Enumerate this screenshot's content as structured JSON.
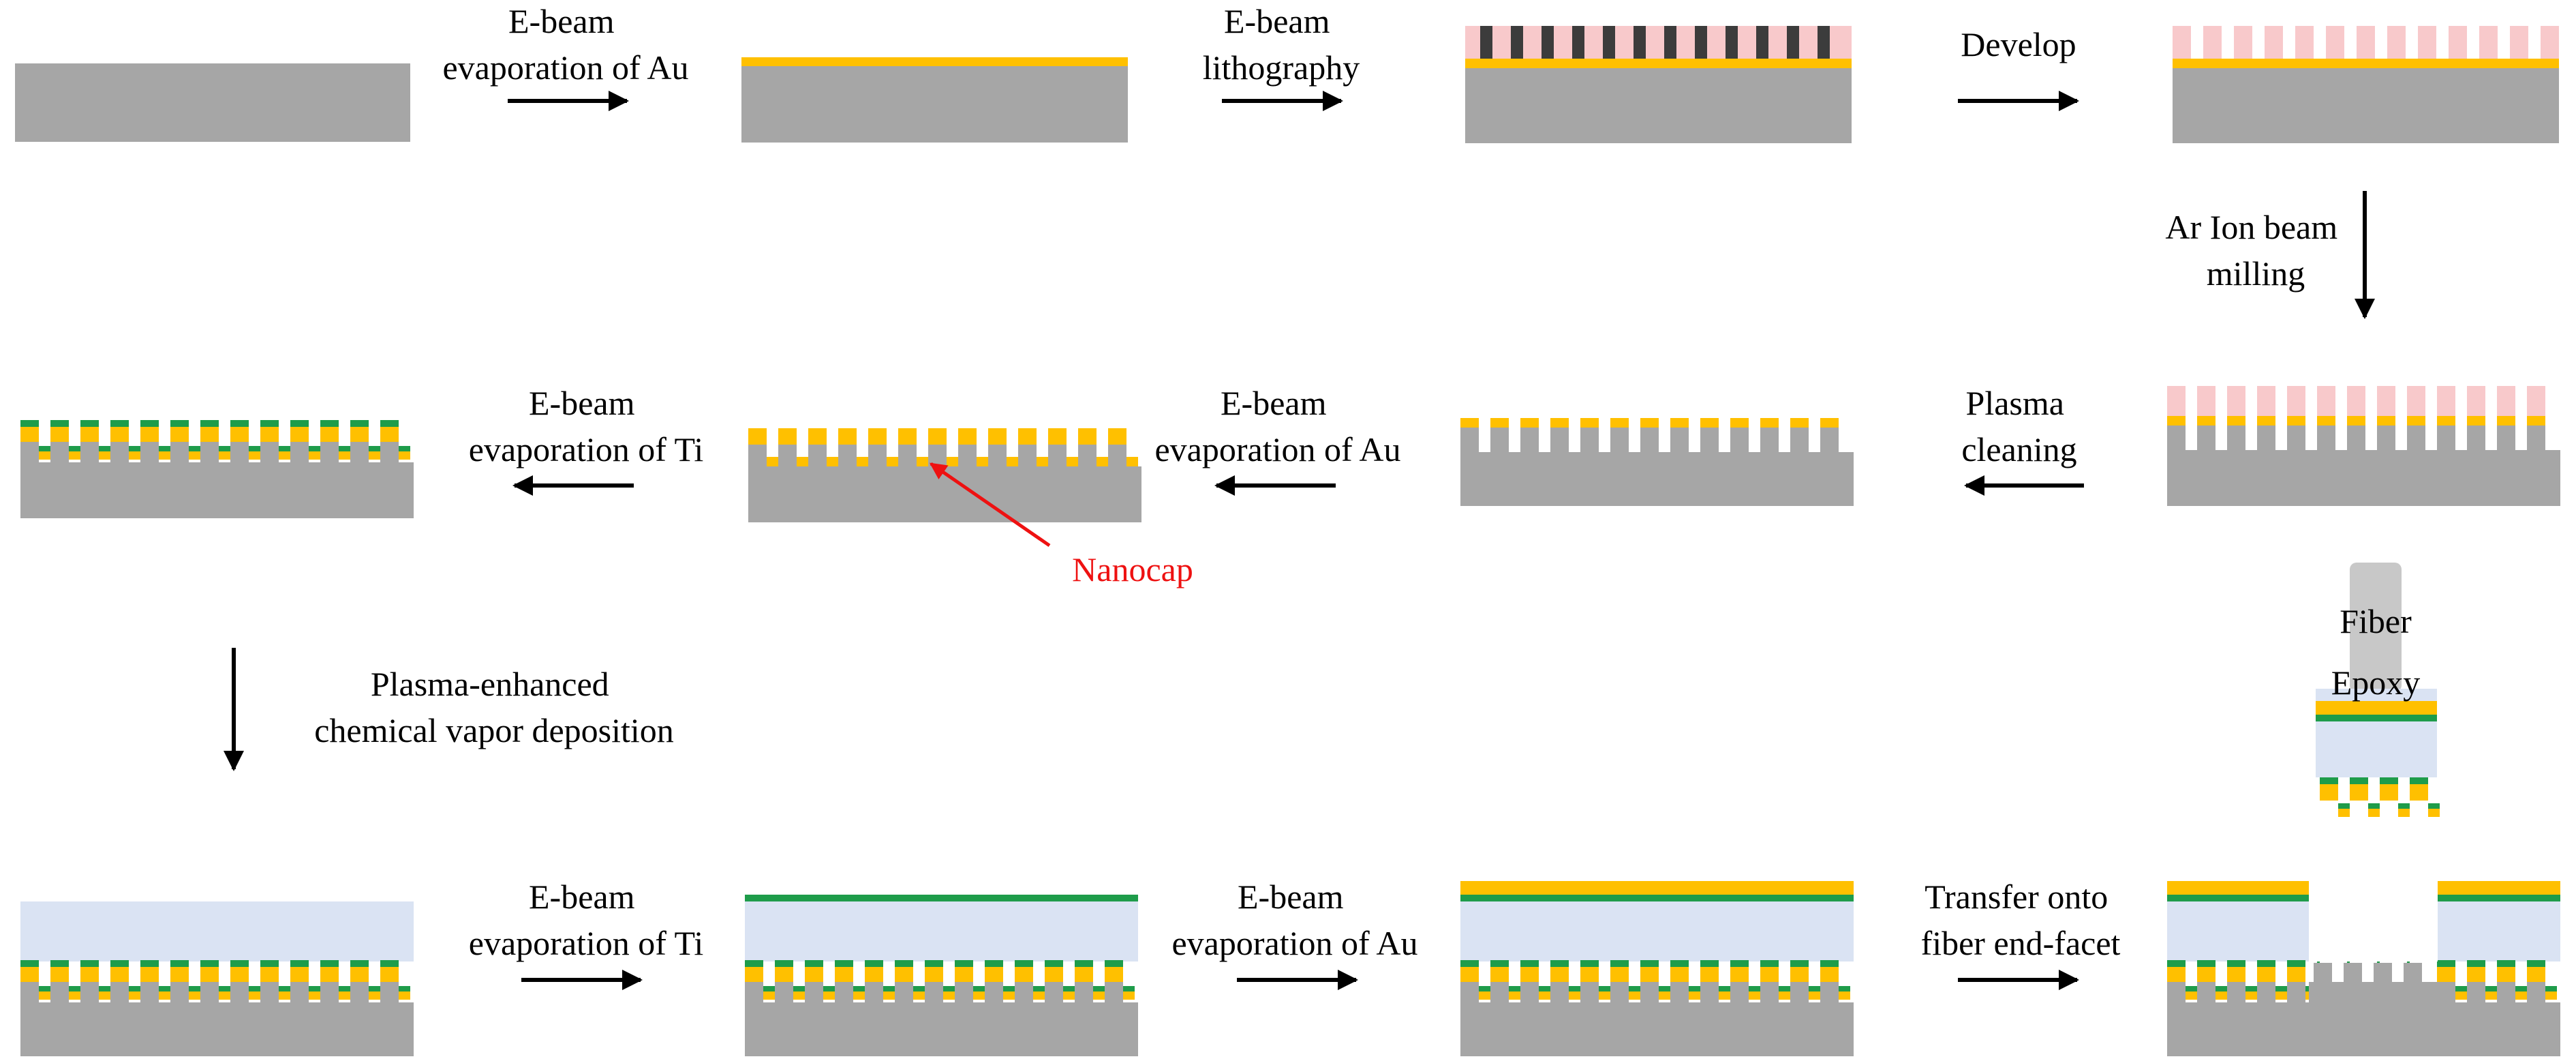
{
  "colors": {
    "substrate": "#a6a6a6",
    "gold": "#ffc000",
    "titanium": "#1e9c4a",
    "resist": "#f8c9cb",
    "exposed_resist": "#3c3c3c",
    "oxide": "#dae3f3",
    "fiber": "#c8c8c8",
    "arrow": "#000000",
    "annotation": "#ee1111"
  },
  "steps": {
    "evap_au_1": [
      "E-beam",
      "evaporation of Au"
    ],
    "ebl": [
      "E-beam",
      "lithography"
    ],
    "develop": [
      "Develop"
    ],
    "milling": [
      "Ar Ion beam",
      "milling"
    ],
    "plasma_clean": [
      "Plasma",
      "cleaning"
    ],
    "evap_au_2": [
      "E-beam",
      "evaporation of Au"
    ],
    "evap_ti_1": [
      "E-beam",
      "evaporation of Ti"
    ],
    "pecvd": [
      "Plasma-enhanced",
      "chemical vapor deposition"
    ],
    "evap_ti_2": [
      "E-beam",
      "evaporation of Ti"
    ],
    "evap_au_3": [
      "E-beam",
      "evaporation of Au"
    ],
    "transfer": [
      "Transfer onto",
      "fiber end-facet"
    ]
  },
  "annotations": {
    "nanocap": "Nanocap",
    "fiber": "Fiber",
    "epoxy": "Epoxy"
  },
  "icons": {
    "arrow_right": "arrow-right-icon",
    "arrow_left": "arrow-left-icon",
    "arrow_down": "arrow-down-icon"
  }
}
